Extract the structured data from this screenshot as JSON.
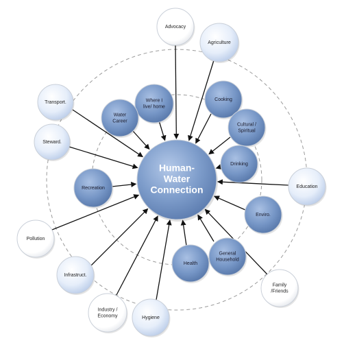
{
  "center": {
    "lines": [
      "Human-",
      "Water",
      "Connection"
    ]
  },
  "inner_nodes": [
    {
      "id": "where-i-live-home",
      "lines": [
        "Where I",
        "live/ home"
      ]
    },
    {
      "id": "water-career",
      "lines": [
        "Water",
        "Career"
      ]
    },
    {
      "id": "cooking",
      "lines": [
        "Cooking"
      ]
    },
    {
      "id": "cultural-spiritual",
      "lines": [
        "Cultural /",
        "Spiritual"
      ]
    },
    {
      "id": "drinking",
      "lines": [
        "Drinking"
      ]
    },
    {
      "id": "recreation",
      "lines": [
        "Recreation"
      ]
    },
    {
      "id": "enviro",
      "lines": [
        "Enviro."
      ]
    },
    {
      "id": "general-household",
      "lines": [
        "General",
        "Household"
      ]
    },
    {
      "id": "health",
      "lines": [
        "Health"
      ]
    }
  ],
  "outer_nodes": [
    {
      "id": "advocacy",
      "lines": [
        "Advocacy"
      ],
      "style": "white"
    },
    {
      "id": "agriculture",
      "lines": [
        "Agriculture"
      ],
      "style": "light"
    },
    {
      "id": "transport",
      "lines": [
        "Transport."
      ],
      "style": "light"
    },
    {
      "id": "steward",
      "lines": [
        "Steward."
      ],
      "style": "light"
    },
    {
      "id": "education",
      "lines": [
        "Education"
      ],
      "style": "light"
    },
    {
      "id": "pollution",
      "lines": [
        "Pollution"
      ],
      "style": "white"
    },
    {
      "id": "infrastruct",
      "lines": [
        "Infrastruct."
      ],
      "style": "light"
    },
    {
      "id": "family-friends",
      "lines": [
        "Family",
        "/Friends"
      ],
      "style": "white"
    },
    {
      "id": "industry-economy",
      "lines": [
        "Industry /",
        "Economy"
      ],
      "style": "white"
    },
    {
      "id": "hygiene",
      "lines": [
        "Hygiene"
      ],
      "style": "light"
    }
  ],
  "colors": {
    "inner_fill": "#6f8fbf",
    "inner_fill_light": "#9cb6dc",
    "light_fill": "#dbe6f7",
    "white_fill": "#ffffff",
    "outline": "#c9cfd8",
    "arrow": "#111111",
    "dashed": "#9a9a9a"
  }
}
